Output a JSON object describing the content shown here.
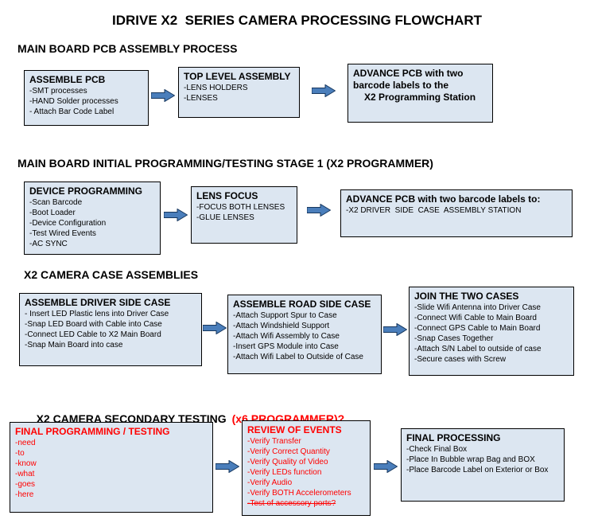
{
  "title": "IDRIVE X2  SERIES CAMERA PROCESSING FLOWCHART",
  "colors": {
    "box_fill": "#dce6f1",
    "box_border": "#000000",
    "arrow_fill": "#4a7ebb",
    "arrow_stroke": "#17375e",
    "accent_red": "#ff0000",
    "text": "#000000"
  },
  "sections": [
    {
      "heading": "MAIN BOARD PCB ASSEMBLY PROCESS",
      "boxes": [
        {
          "title": "ASSEMBLE PCB",
          "items": [
            "-SMT processes",
            "-HAND Solder processes",
            "- Attach Bar Code Label"
          ]
        },
        {
          "title": "TOP LEVEL ASSEMBLY",
          "items": [
            "-LENS HOLDERS",
            "-LENSES"
          ]
        },
        {
          "title": "ADVANCE PCB with two barcode labels to the",
          "items": [
            "X2 Programming Station"
          ]
        }
      ]
    },
    {
      "heading": "MAIN BOARD INITIAL PROGRAMMING/TESTING STAGE 1 (X2 PROGRAMMER)",
      "boxes": [
        {
          "title": "DEVICE PROGRAMMING",
          "items": [
            "-Scan Barcode",
            "-Boot Loader",
            "-Device Configuration",
            "-Test Wired Events",
            "-AC SYNC"
          ]
        },
        {
          "title": "LENS FOCUS",
          "items": [
            "-FOCUS BOTH LENSES",
            "-GLUE LENSES"
          ]
        },
        {
          "title": "ADVANCE PCB with two barcode labels to:",
          "items": [
            "-X2 DRIVER  SIDE  CASE  ASSEMBLY STATION"
          ]
        }
      ]
    },
    {
      "heading": "X2 CAMERA CASE ASSEMBLIES",
      "boxes": [
        {
          "title": "ASSEMBLE DRIVER SIDE CASE",
          "items": [
            "- Insert LED Plastic lens into Driver Case",
            "-Snap LED Board with Cable into Case",
            "-Connect LED Cable to X2 Main Board",
            "-Snap Main Board into case"
          ]
        },
        {
          "title": "ASSEMBLE ROAD SIDE CASE",
          "items": [
            "-Attach Support Spur to Case",
            "-Attach Windshield Support",
            "-Attach Wifi Assembly to Case",
            "-Insert GPS Module into Case",
            "-Attach Wifi Label to Outside of Case"
          ]
        },
        {
          "title": "JOIN THE TWO CASES",
          "items": [
            "-Slide Wifi Antenna into Driver Case",
            "-Connect Wifi Cable to Main Board",
            "-Connect GPS Cable to Main Board",
            "-Snap Cases Together",
            "-Attach S/N Label to outside of case",
            "-Secure cases with Screw"
          ]
        }
      ]
    },
    {
      "heading": "X2 CAMERA SECONDARY TESTING",
      "heading_suffix": "(x6 PROGRAMMER)?",
      "boxes": [
        {
          "title": "FINAL PROGRAMMING / TESTING",
          "items": [
            "-need",
            "-to",
            "-know",
            "-what",
            "-goes",
            "-here"
          ]
        },
        {
          "title": "REVIEW OF EVENTS",
          "items": [
            "-Verify Transfer",
            "-Verify Correct Quantity",
            "-Verify Quality of Video",
            "-Verify LEDs function",
            "-Verify Audio",
            "-Verify BOTH Accelerometers",
            "-Test of accessory ports?"
          ]
        },
        {
          "title": "FINAL PROCESSING",
          "items": [
            "-Check Final Box",
            "-Place In Bubble wrap Bag and BOX",
            "-Place Barcode Label on Exterior or Box"
          ]
        }
      ]
    }
  ]
}
